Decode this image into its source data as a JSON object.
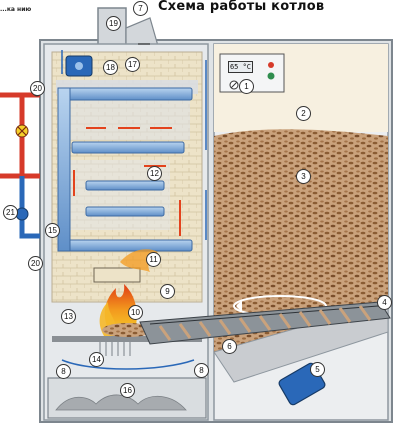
{
  "title": "Схема работы котлов",
  "corner_fragment": "...ка\nнию",
  "panel": {
    "temperature_display": "65 °C"
  },
  "labels": [
    "1",
    "2",
    "3",
    "4",
    "5",
    "6",
    "7",
    "8",
    "9",
    "10",
    "11",
    "12",
    "13",
    "14",
    "15",
    "16",
    "17",
    "18",
    "19",
    "20",
    "21"
  ],
  "colors": {
    "hot_pipe": "#d63a2a",
    "cold_pipe": "#2a68b8",
    "heat_exchanger": "#7fa9d8",
    "pellets": "#b8875a",
    "flame": "#f39a1e",
    "casing": "#9aa3ab"
  }
}
